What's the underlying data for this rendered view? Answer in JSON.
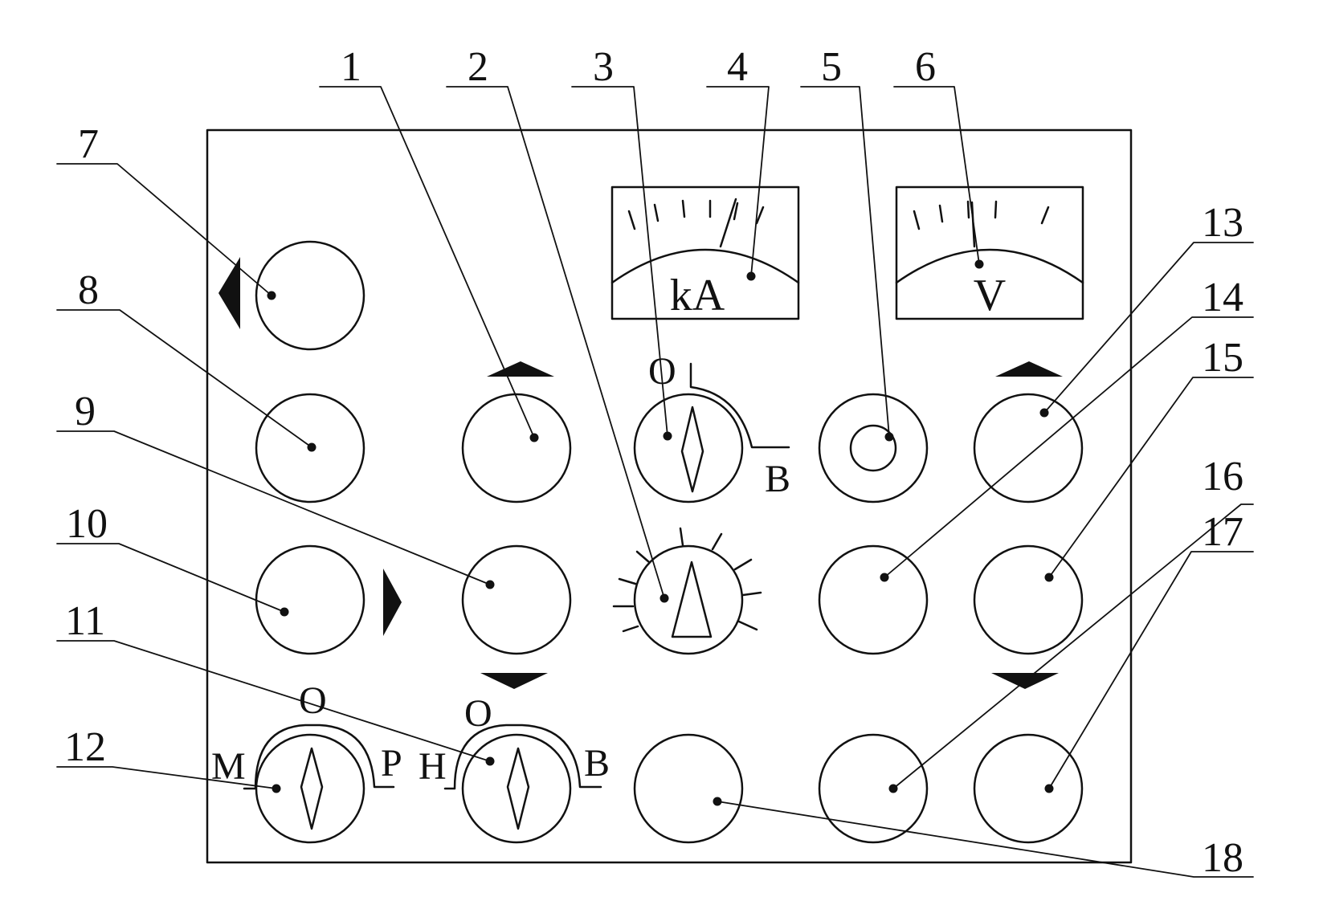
{
  "meters": {
    "ammeter_unit": "kA",
    "voltmeter_unit": "V"
  },
  "switch_labels": {
    "top_off": "O",
    "top_on": "B",
    "left_off": "O",
    "left_m": "M",
    "left_p": "P",
    "mid_off": "O",
    "mid_h": "H",
    "mid_b": "B"
  },
  "callouts": [
    "1",
    "2",
    "3",
    "4",
    "5",
    "6",
    "7",
    "8",
    "9",
    "10",
    "11",
    "12",
    "13",
    "14",
    "15",
    "16",
    "17",
    "18"
  ]
}
